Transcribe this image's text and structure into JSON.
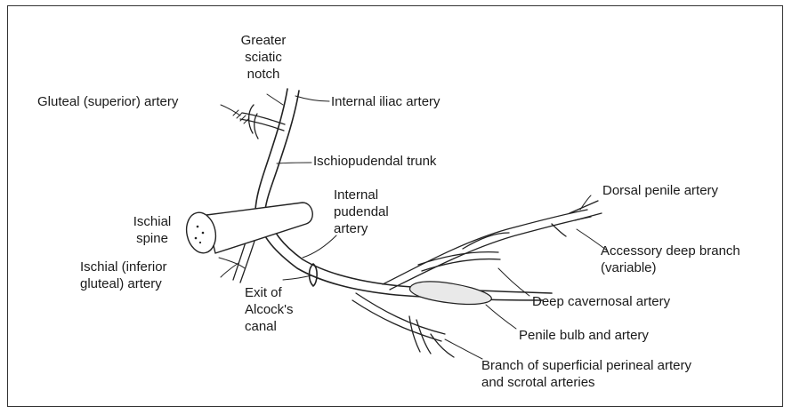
{
  "labels": {
    "greater_sciatic_notch": "Greater\nsciatic\nnotch",
    "gluteal_superior_artery": "Gluteal (superior) artery",
    "internal_iliac_artery": "Internal iliac artery",
    "ischiopudendal_trunk": "Ischiopudendal trunk",
    "internal_pudendal_artery": "Internal\npudendal\nartery",
    "ischial_spine": "Ischial\nspine",
    "ischial_inferior_gluteal_artery": "Ischial (inferior\ngluteal) artery",
    "exit_alcocks_canal": "Exit of\nAlcock's\ncanal",
    "dorsal_penile_artery": "Dorsal penile artery",
    "accessory_deep_branch": "Accessory deep branch\n(variable)",
    "deep_cavernosal_artery": "Deep cavernosal artery",
    "penile_bulb_artery": "Penile bulb and artery",
    "superficial_perineal_branch": "Branch of superficial perineal artery\nand scrotal arteries"
  }
}
